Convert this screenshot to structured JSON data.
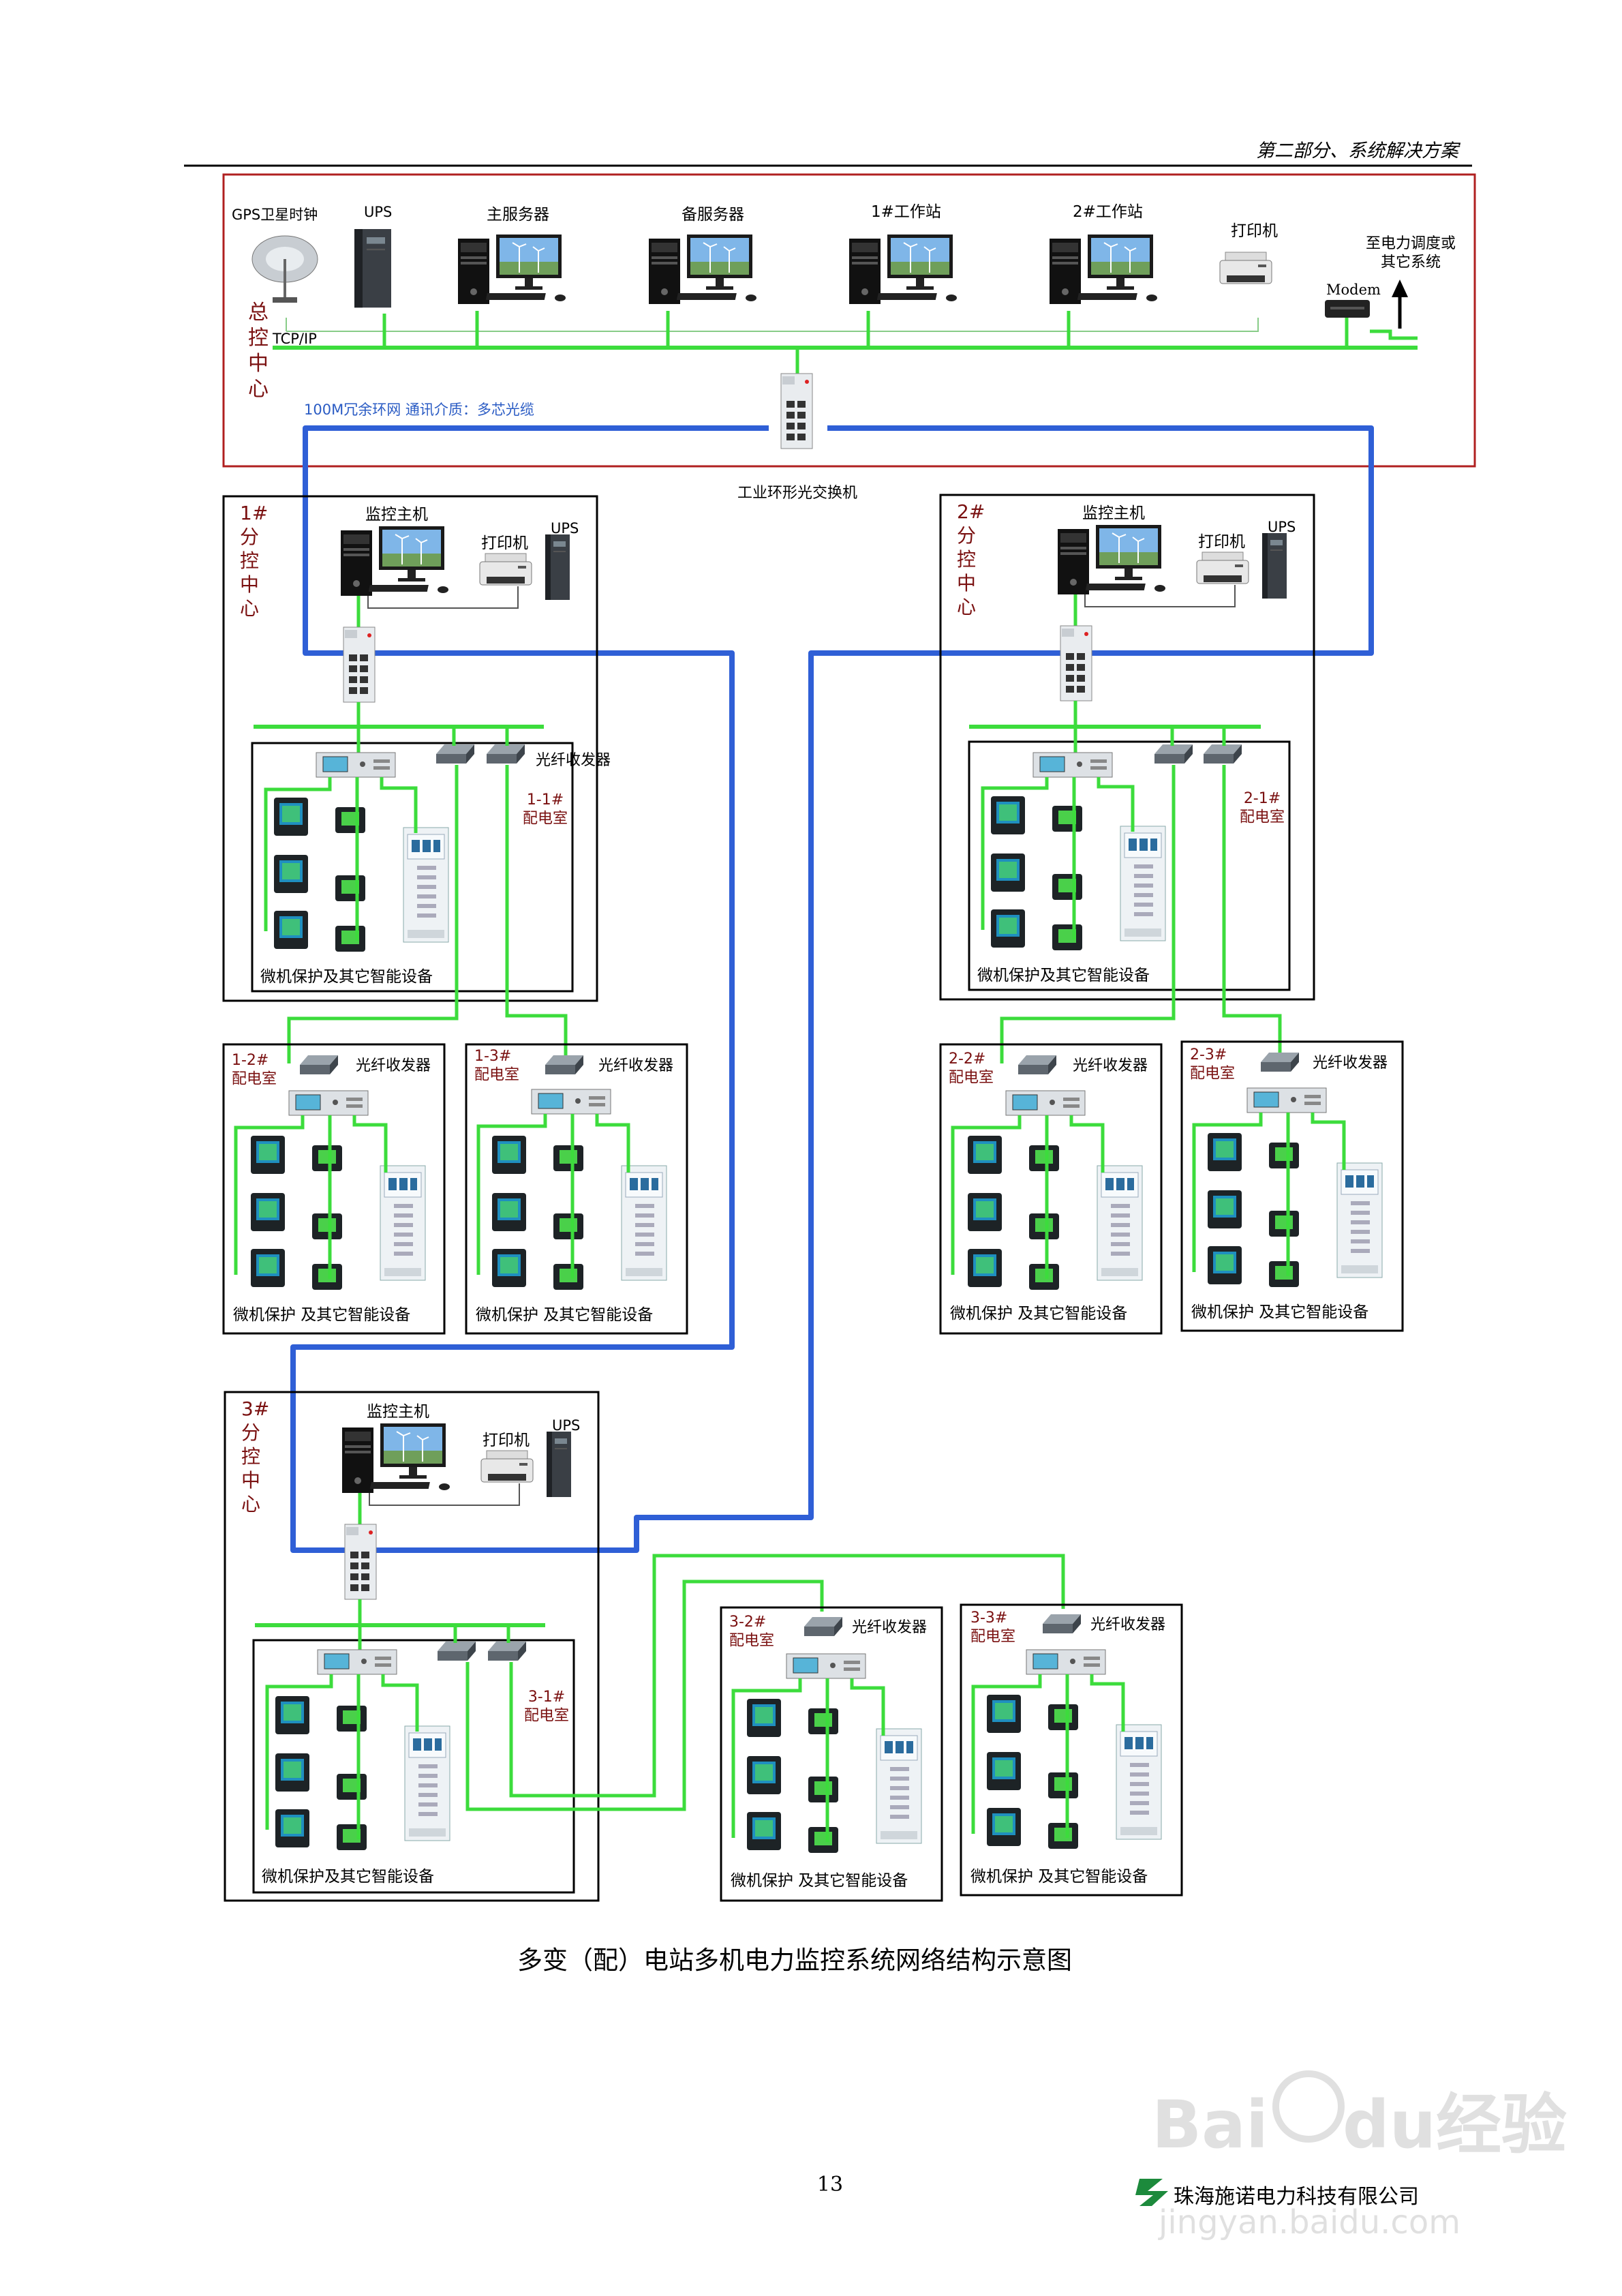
{
  "header": {
    "section": "第二部分、系统解决方案"
  },
  "central": {
    "label": "总\n控\n中\n心",
    "gps": "GPS卫星时钟",
    "ups": "UPS",
    "main_server": "主服务器",
    "backup_server": "备服务器",
    "ws1": "1#工作站",
    "ws2": "2#工作站",
    "printer": "打印机",
    "modem": "Modem",
    "to_dispatch": "至电力调度或\n其它系统",
    "tcpip": "TCP/IP",
    "ring_note": "100M冗余环网   通讯介质：多芯光缆",
    "switch": "工业环形光交换机"
  },
  "sub_centers": [
    {
      "label": "1#\n分\n控\n中\n心",
      "host": "监控主机",
      "printer": "打印机",
      "ups": "UPS",
      "transceiver": "光纤收发器",
      "room": "1-1#\n配电室",
      "devices": "微机保护及其它智能设备"
    },
    {
      "label": "2#\n分\n控\n中\n心",
      "host": "监控主机",
      "printer": "打印机",
      "ups": "UPS",
      "room": "2-1#\n配电室",
      "devices": "微机保护及其它智能设备"
    },
    {
      "label": "3#\n分\n控\n中\n心",
      "host": "监控主机",
      "printer": "打印机",
      "ups": "UPS",
      "room": "3-1#\n配电室",
      "devices": "微机保护及其它智能设备"
    }
  ],
  "rooms": [
    {
      "id": "1-2#\n配电室",
      "transceiver": "光纤收发器",
      "devices": "微机保护 及其它智能设备"
    },
    {
      "id": "1-3#\n配电室",
      "transceiver": "光纤收发器",
      "devices": "微机保护 及其它智能设备"
    },
    {
      "id": "2-2#\n配电室",
      "transceiver": "光纤收发器",
      "devices": "微机保护 及其它智能设备"
    },
    {
      "id": "2-3#\n配电室",
      "transceiver": "光纤收发器",
      "devices": "微机保护 及其它智能设备"
    },
    {
      "id": "3-2#\n配电室",
      "transceiver": "光纤收发器",
      "devices": "微机保护 及其它智能设备"
    },
    {
      "id": "3-3#\n配电室",
      "transceiver": "光纤收发器",
      "devices": "微机保护 及其它智能设备"
    }
  ],
  "caption": "多变（配）电站多机电力监控系统网络结构示意图",
  "page_number": "13",
  "footer_company": "珠海施诺电力科技有限公司",
  "watermark": "Baidu经验 jingyan.baidu.com",
  "colors": {
    "ring": "#2f5fd6",
    "lan": "#3cdc3c",
    "frame_red": "#b02020",
    "label_red": "#7a1010"
  }
}
